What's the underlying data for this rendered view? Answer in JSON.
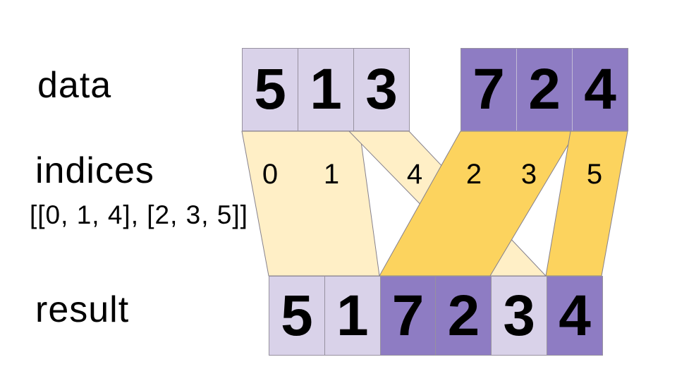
{
  "labels": {
    "data": "data",
    "indices": "indices",
    "indices_value": "[[0, 1, 4], [2, 3, 5]]",
    "result": "result"
  },
  "data_arrays": [
    {
      "values": [
        "5",
        "1",
        "3"
      ]
    },
    {
      "values": [
        "7",
        "2",
        "4"
      ]
    }
  ],
  "index_bands": [
    {
      "values": [
        "0",
        "1",
        "4"
      ]
    },
    {
      "values": [
        "2",
        "3",
        "5"
      ]
    }
  ],
  "result_values": [
    "5",
    "1",
    "7",
    "2",
    "3",
    "4"
  ],
  "colors": {
    "lavender": "#d9d2e9",
    "purple": "#8e7cc3",
    "cream": "#ffefc6",
    "gold": "#fcd35e",
    "outline": "#85808c"
  }
}
